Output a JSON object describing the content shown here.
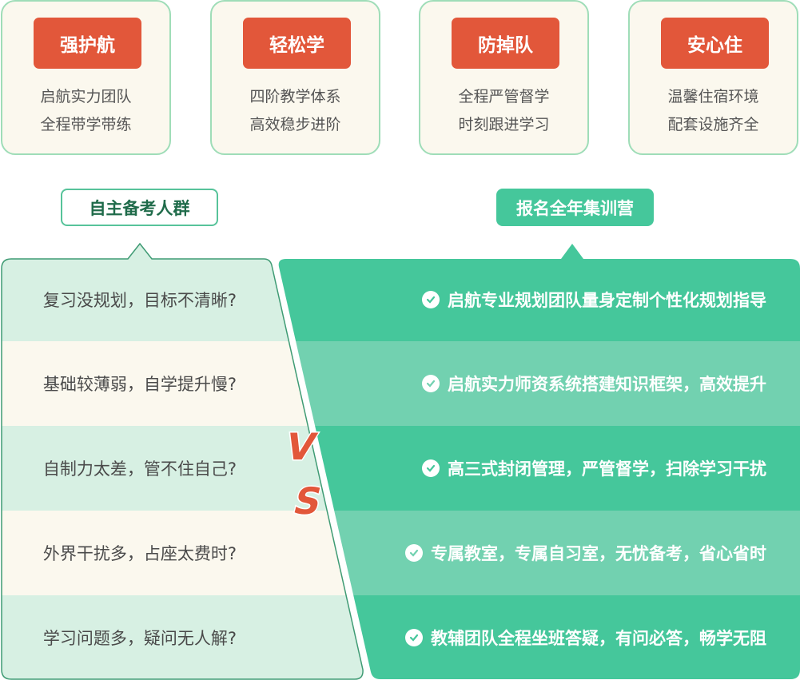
{
  "features": [
    {
      "title": "强护航",
      "lines": [
        "启航实力团队",
        "全程带学带练"
      ]
    },
    {
      "title": "轻松学",
      "lines": [
        "四阶教学体系",
        "高效稳步进阶"
      ]
    },
    {
      "title": "防掉队",
      "lines": [
        "全程严管督学",
        "时刻跟进学习"
      ]
    },
    {
      "title": "安心住",
      "lines": [
        "温馨住宿环境",
        "配套设施齐全"
      ]
    }
  ],
  "compare": {
    "left_title": "自主备考人群",
    "right_title": "报名全年集训营",
    "vs": "VS",
    "left_items": [
      "复习没规划，目标不清晰?",
      "基础较薄弱，自学提升慢?",
      "自制力太差，管不住自己?",
      "外界干扰多，占座太费时?",
      "学习问题多，疑问无人解?"
    ],
    "right_items": [
      "启航专业规划团队量身定制个性化规划指导",
      "启航实力师资系统搭建知识框架，高效提升",
      "高三式封闭管理，严管督学，扫除学习干扰",
      "专属教室，专属自习室，无忧备考，省心省时",
      "教辅团队全程坐班答疑，有问必答，畅学无阻"
    ]
  },
  "colors": {
    "accent_red": "#e2573a",
    "green": "#45c79b",
    "light_green": "#72d1b0",
    "cream": "#fbf8ee",
    "mint": "#d7f0e3"
  },
  "icons": [
    "check-icon"
  ]
}
